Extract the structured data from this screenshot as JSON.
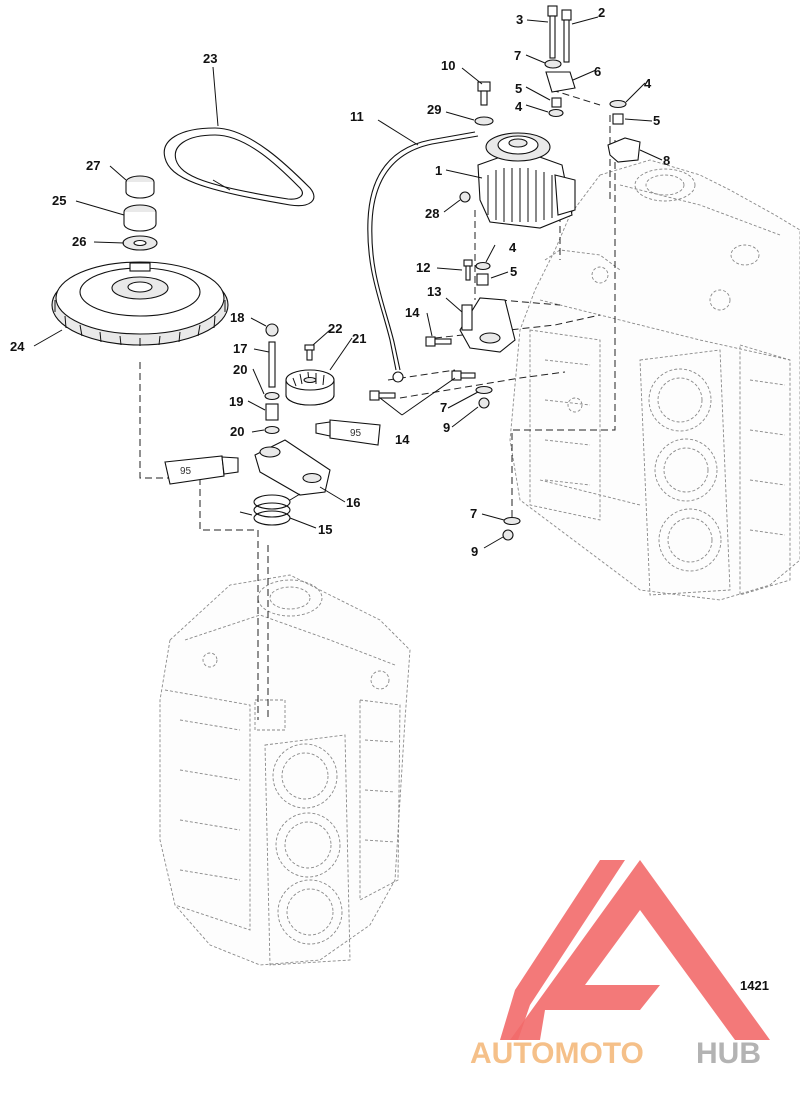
{
  "figure_number": "1421",
  "sealant_label": "95",
  "callouts": [
    {
      "id": "c3",
      "text": "3"
    },
    {
      "id": "c2",
      "text": "2"
    },
    {
      "id": "c7a",
      "text": "7"
    },
    {
      "id": "c6",
      "text": "6"
    },
    {
      "id": "c10",
      "text": "10"
    },
    {
      "id": "c5a",
      "text": "5"
    },
    {
      "id": "c4a",
      "text": "4"
    },
    {
      "id": "c4b",
      "text": "4"
    },
    {
      "id": "c5b",
      "text": "5"
    },
    {
      "id": "c29",
      "text": "29"
    },
    {
      "id": "c11",
      "text": "11"
    },
    {
      "id": "c8",
      "text": "8"
    },
    {
      "id": "c1",
      "text": "1"
    },
    {
      "id": "c28",
      "text": "28"
    },
    {
      "id": "c23",
      "text": "23"
    },
    {
      "id": "c27",
      "text": "27"
    },
    {
      "id": "c25",
      "text": "25"
    },
    {
      "id": "c26",
      "text": "26"
    },
    {
      "id": "c24",
      "text": "24"
    },
    {
      "id": "c12",
      "text": "12"
    },
    {
      "id": "c4c",
      "text": "4"
    },
    {
      "id": "c5c",
      "text": "5"
    },
    {
      "id": "c13",
      "text": "13"
    },
    {
      "id": "c14a",
      "text": "14"
    },
    {
      "id": "c18",
      "text": "18"
    },
    {
      "id": "c22",
      "text": "22"
    },
    {
      "id": "c17",
      "text": "17"
    },
    {
      "id": "c21",
      "text": "21"
    },
    {
      "id": "c20a",
      "text": "20"
    },
    {
      "id": "c19",
      "text": "19"
    },
    {
      "id": "c20b",
      "text": "20"
    },
    {
      "id": "c7b",
      "text": "7"
    },
    {
      "id": "c9a",
      "text": "9"
    },
    {
      "id": "c14b",
      "text": "14"
    },
    {
      "id": "c16",
      "text": "16"
    },
    {
      "id": "c15",
      "text": "15"
    },
    {
      "id": "c7c",
      "text": "7"
    },
    {
      "id": "c9b",
      "text": "9"
    }
  ],
  "watermark": {
    "part1": "AUTOMOTO",
    "part2": "HUB",
    "color1": "#f5c089",
    "color2": "#b3b3b3",
    "logo_color": "#f26a6a"
  }
}
